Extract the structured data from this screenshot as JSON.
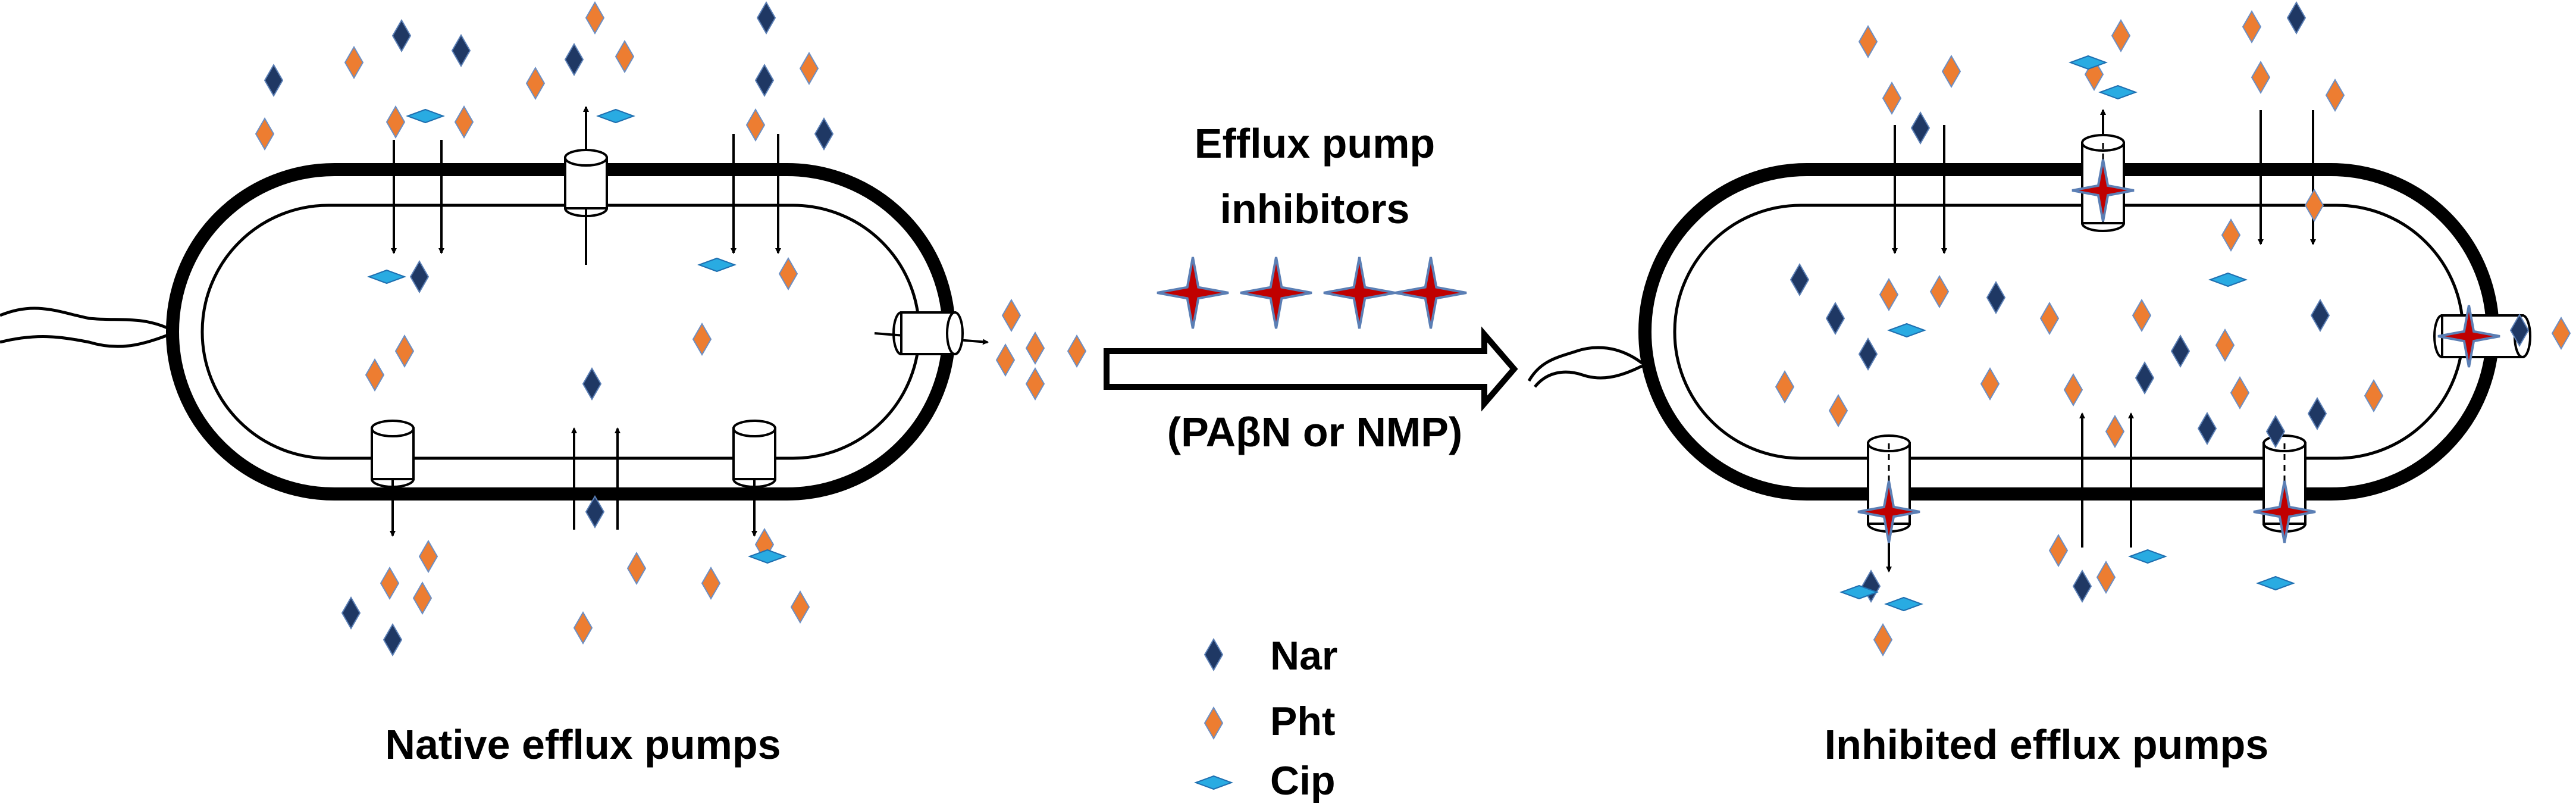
{
  "colors": {
    "nar": "#1f3864",
    "pht": "#ed7d31",
    "cip": "#29abe2",
    "inhibitor_fill": "#c00000",
    "inhibitor_edge": "#5b7fb5",
    "line": "#000000"
  },
  "left_panel": {
    "caption": "Native efflux pumps"
  },
  "right_panel": {
    "caption": "Inhibited efflux pumps"
  },
  "center": {
    "title_line1": "Efflux pump",
    "title_line2": "inhibitors",
    "subtitle": "(PAβN or NMP)",
    "inhibitor_icon": "red-four-point-star-icon",
    "arrow_icon": "hollow-right-arrow-icon"
  },
  "legend": [
    {
      "key": "nar",
      "label": "Nar",
      "icon": "dark-blue-diamond-icon"
    },
    {
      "key": "pht",
      "label": "Pht",
      "icon": "orange-diamond-icon"
    },
    {
      "key": "cip",
      "label": "Cip",
      "icon": "cyan-flat-rhombus-icon"
    }
  ]
}
